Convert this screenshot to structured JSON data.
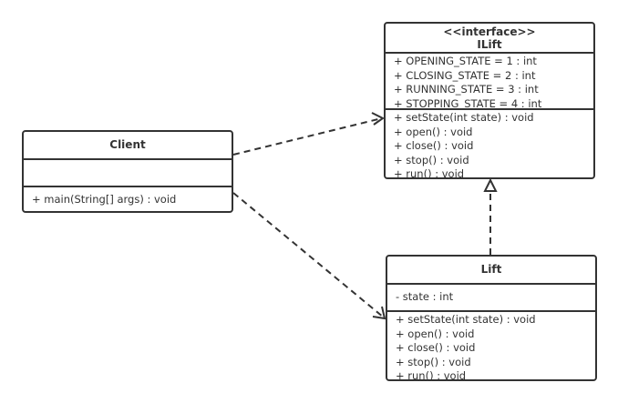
{
  "classes": {
    "client": {
      "name": "Client",
      "attributes": [],
      "methods": [
        "+ main(String[] args) : void"
      ]
    },
    "ilift": {
      "stereotype": "<<interface>>",
      "name": "ILift",
      "attributes": [
        "+ OPENING_STATE = 1 : int",
        "+ CLOSING_STATE = 2 : int",
        "+ RUNNING_STATE = 3 : int",
        "+ STOPPING_STATE = 4 : int"
      ],
      "methods": [
        "+ setState(int state) : void",
        "+ open() : void",
        "+ close() : void",
        "+ stop() : void",
        "+ run() : void"
      ]
    },
    "lift": {
      "name": "Lift",
      "attributes": [
        "- state : int"
      ],
      "methods": [
        "+ setState(int state) : void",
        "+ open() : void",
        "+ close() : void",
        "+ stop() : void",
        "+ run() : void"
      ]
    }
  },
  "relations": [
    {
      "from": "Client",
      "to": "ILift",
      "type": "dependency"
    },
    {
      "from": "Client",
      "to": "Lift",
      "type": "dependency"
    },
    {
      "from": "Lift",
      "to": "ILift",
      "type": "realization"
    }
  ],
  "colors": {
    "stroke": "#333333",
    "background": "#ffffff"
  }
}
